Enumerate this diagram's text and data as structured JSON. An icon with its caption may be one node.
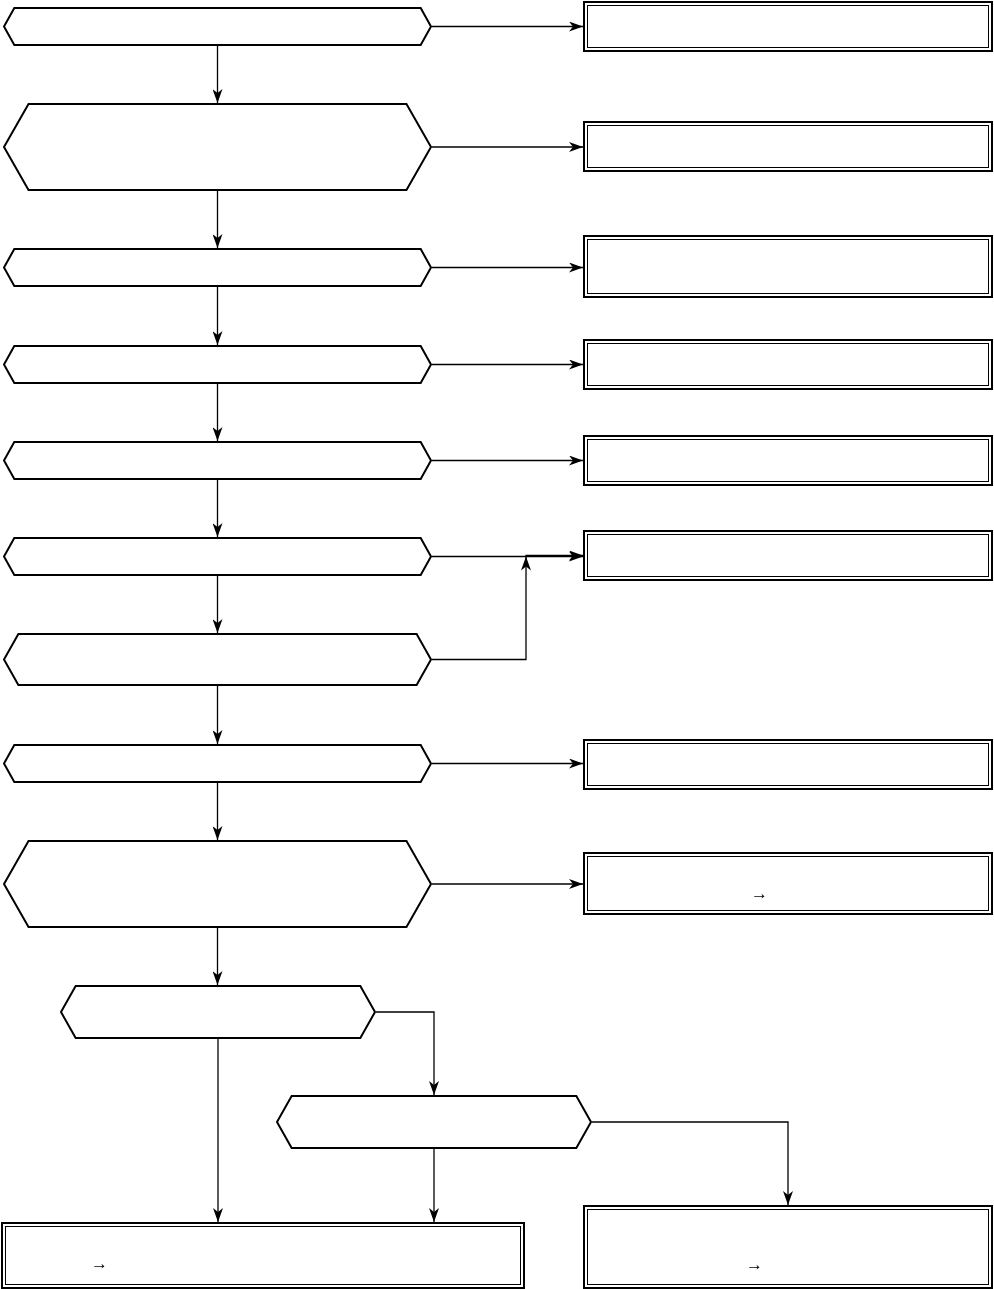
{
  "diagram": {
    "nodes": [
      {
        "text": [],
        "shape": "hexagon"
      },
      {
        "text": [],
        "shape": "box"
      },
      {
        "text": [],
        "shape": "hexagon"
      },
      {
        "text": [],
        "shape": "box"
      },
      {
        "text": [],
        "shape": "hexagon"
      },
      {
        "text": [],
        "shape": "box"
      },
      {
        "text": [],
        "shape": "hexagon"
      },
      {
        "text": [],
        "shape": "box"
      },
      {
        "text": [],
        "shape": "hexagon"
      },
      {
        "text": [],
        "shape": "box"
      },
      {
        "text": [],
        "shape": "hexagon"
      },
      {
        "text": [],
        "shape": "box"
      },
      {
        "text": [],
        "shape": "hexagon"
      },
      {
        "text": [],
        "shape": "hexagon"
      },
      {
        "text": [],
        "shape": "box"
      },
      {
        "text": [],
        "shape": "hexagon"
      },
      {
        "text": [
          "→"
        ]
      },
      {
        "text": [],
        "shape": "hexagon"
      },
      {
        "text": [],
        "shape": "hexagon"
      },
      {
        "text": [
          "→"
        ]
      },
      {
        "text": [
          "→"
        ]
      }
    ],
    "edges": [
      {
        "from": 0,
        "to": 1,
        "arrow": "to"
      },
      {
        "from": 0,
        "to": 2,
        "arrow": "to"
      },
      {
        "from": 2,
        "to": 3,
        "arrow": "to"
      },
      {
        "from": 2,
        "to": 4,
        "arrow": "to"
      },
      {
        "from": 4,
        "to": 5,
        "arrow": "to"
      },
      {
        "from": 4,
        "to": 6,
        "arrow": "to"
      },
      {
        "from": 6,
        "to": 7,
        "arrow": "to"
      },
      {
        "from": 6,
        "to": 8,
        "arrow": "to"
      },
      {
        "from": 8,
        "to": 9,
        "arrow": "to"
      },
      {
        "from": 8,
        "to": 10,
        "arrow": "to"
      },
      {
        "from": 10,
        "to": 11,
        "arrow": "to"
      },
      {
        "from": 10,
        "to": 12,
        "arrow": "to"
      },
      {
        "from": 12,
        "to": 11,
        "arrow": "to"
      },
      {
        "from": 12,
        "to": 13,
        "arrow": "to"
      },
      {
        "from": 13,
        "to": 14,
        "arrow": "to"
      },
      {
        "from": 13,
        "to": 15,
        "arrow": "to"
      },
      {
        "from": 15,
        "to": 16,
        "arrow": "to"
      },
      {
        "from": 15,
        "to": 17,
        "arrow": "to"
      },
      {
        "from": 17,
        "to": 18,
        "arrow": "to"
      },
      {
        "from": 17,
        "to": 19,
        "arrow": "to"
      },
      {
        "from": 18,
        "to": 19,
        "arrow": "to"
      },
      {
        "from": 18,
        "to": 20,
        "arrow": "to"
      }
    ]
  }
}
